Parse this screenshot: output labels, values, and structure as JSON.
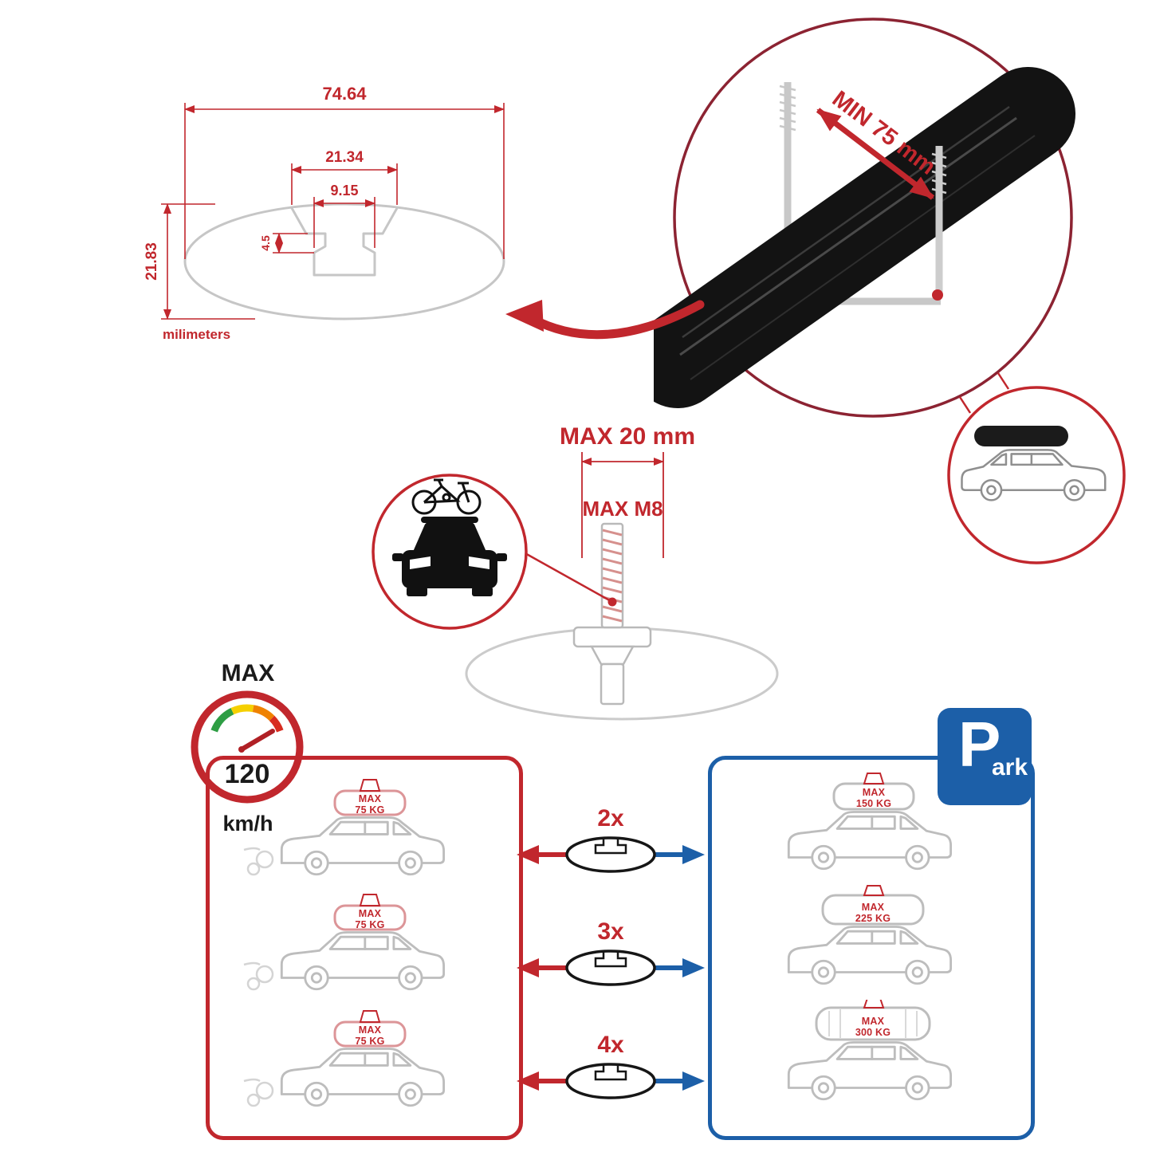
{
  "cross_section": {
    "total_width": "74.64",
    "channel_width": "21.34",
    "slot_width": "9.15",
    "slot_depth": "4.5",
    "height": "21.83",
    "units_label": "milimeters"
  },
  "clamp_detail": {
    "min_span_label": "MIN 75 mm"
  },
  "bolt_detail": {
    "max_length_label": "MAX 20 mm",
    "max_thread_label": "MAX M8"
  },
  "speed_limit": {
    "heading": "MAX",
    "value": "120",
    "units": "km/h"
  },
  "load_options": [
    {
      "qty_label": "2x",
      "per_bar_load": {
        "line1": "MAX",
        "line2": "75 KG"
      },
      "combined_load": {
        "line1": "MAX",
        "line2": "150 KG"
      }
    },
    {
      "qty_label": "3x",
      "per_bar_load": {
        "line1": "MAX",
        "line2": "75 KG"
      },
      "combined_load": {
        "line1": "MAX",
        "line2": "225 KG"
      }
    },
    {
      "qty_label": "4x",
      "per_bar_load": {
        "line1": "MAX",
        "line2": "75 KG"
      },
      "combined_load": {
        "line1": "MAX",
        "line2": "300 KG"
      }
    }
  ],
  "parking_sign": {
    "big_letter": "P",
    "small_text": "ark"
  },
  "colors": {
    "accent_red": "#c1272d",
    "accent_blue": "#1c5fa8",
    "outline_gray": "#c6c6c6",
    "bar_black": "#131313"
  }
}
